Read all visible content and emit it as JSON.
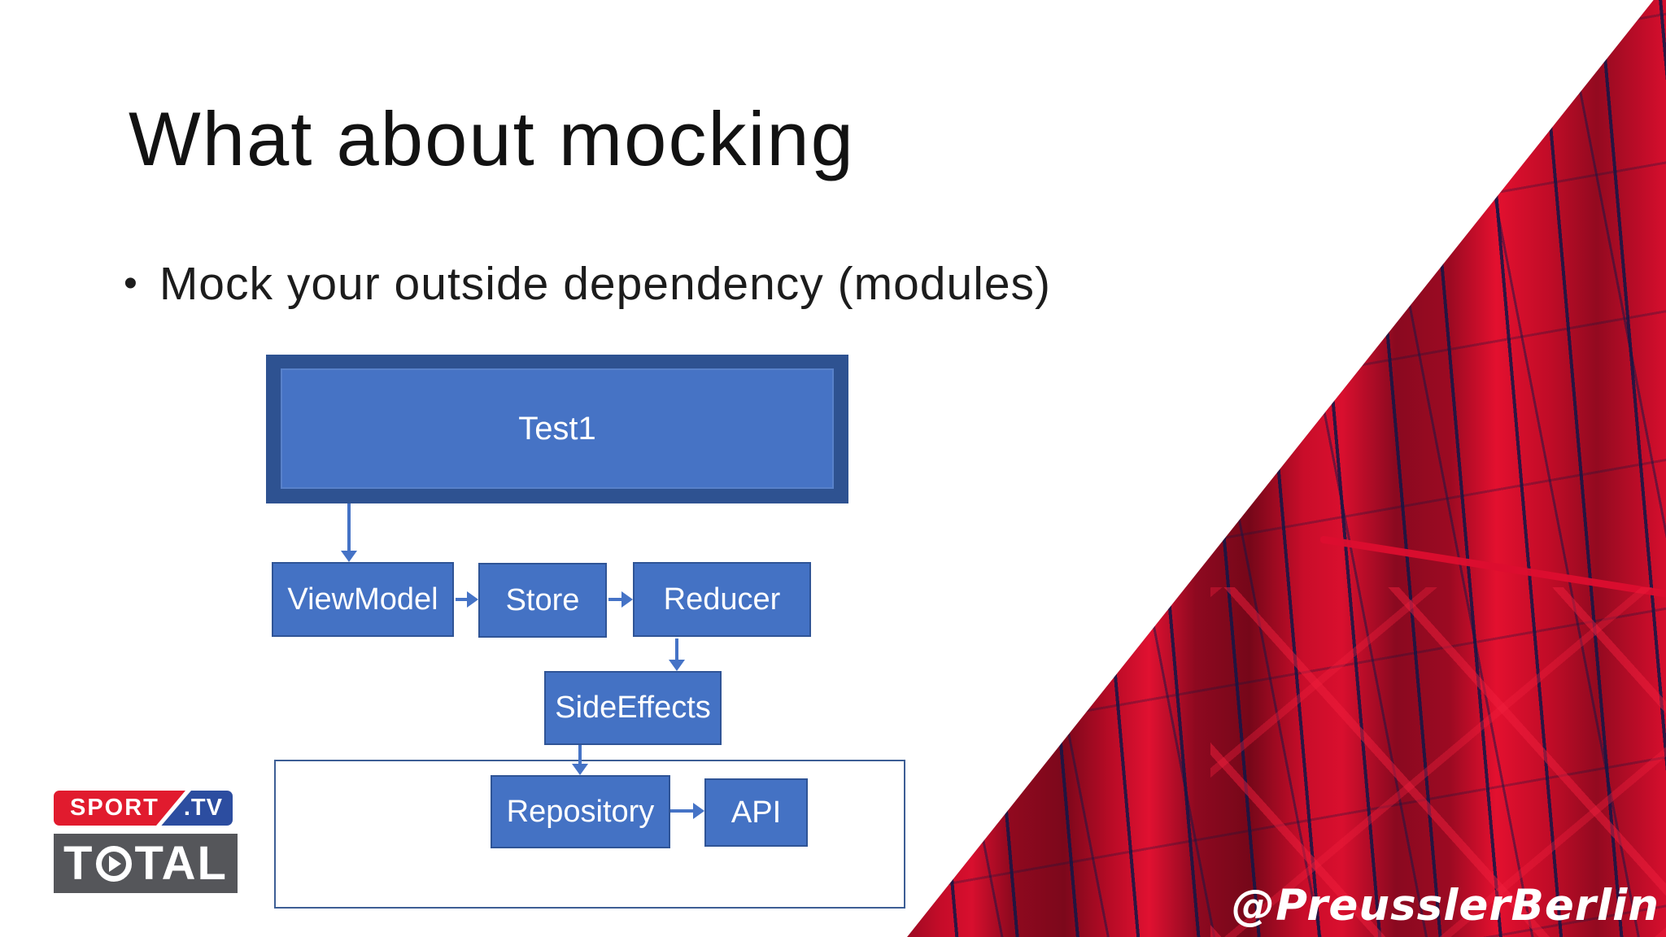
{
  "slide": {
    "title": "What about mocking",
    "bullet_marker": "•",
    "bullet_text": "Mock your outside dependency (modules)"
  },
  "diagram": {
    "boxes": {
      "test": "Test1",
      "viewmodel": "ViewModel",
      "store": "Store",
      "reducer": "Reducer",
      "sideeffects": "SideEffects",
      "repository": "Repository",
      "api": "API"
    },
    "colors": {
      "box_fill": "#4472C4",
      "box_border": "#2F5496",
      "test_frame": "#2E5291",
      "arrow": "#4573C6",
      "container_border": "#3D5E95"
    }
  },
  "logo": {
    "sport": "SPORT",
    "tv": ".TV",
    "total_first": "T",
    "total_rest": "TAL",
    "colors": {
      "sport_red": "#E11B2E",
      "tv_blue": "#2C4DA0",
      "total_gray": "#55565A"
    }
  },
  "footer": {
    "handle": "@PreusslerBerlin"
  },
  "background": {
    "accent_red": "#C8102E",
    "net_navy": "#121646"
  }
}
